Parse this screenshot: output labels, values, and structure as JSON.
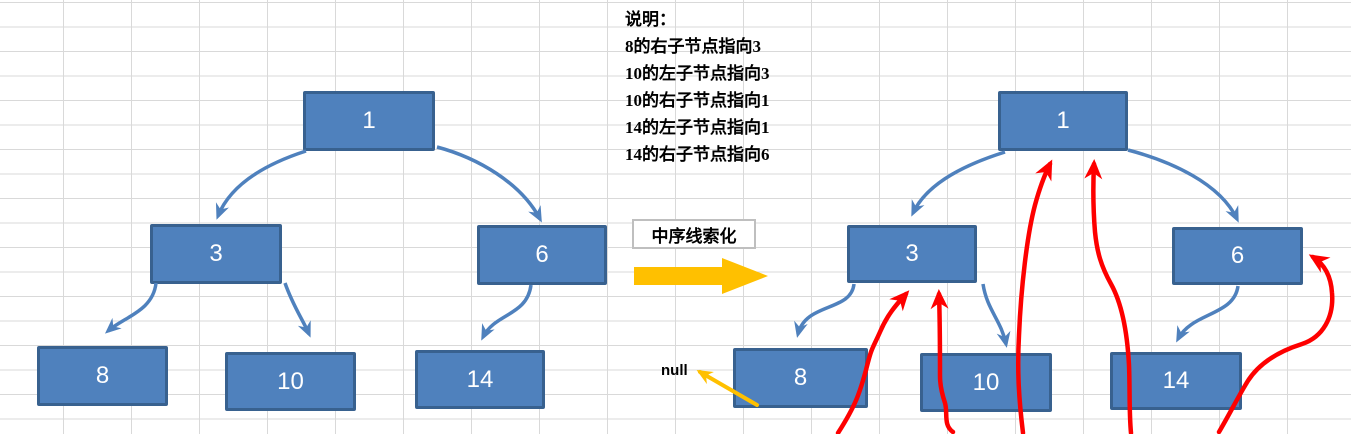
{
  "explanation": {
    "title": "说明：",
    "lines": [
      "8的右子节点指向3",
      "10的左子节点指向3",
      "10的右子节点指向1",
      "14的左子节点指向1",
      "14的右子节点指向6"
    ]
  },
  "transform": {
    "label": "中序线索化"
  },
  "null_label": "null",
  "left_tree": {
    "title": "binary tree before threading",
    "nodes": [
      {
        "label": "1"
      },
      {
        "label": "3"
      },
      {
        "label": "6"
      },
      {
        "label": "8"
      },
      {
        "label": "10"
      },
      {
        "label": "14"
      }
    ],
    "edges": [
      "1-left-3",
      "1-right-6",
      "3-left-8",
      "3-right-10",
      "6-left-14"
    ]
  },
  "right_tree": {
    "title": "binary tree after in-order threading",
    "nodes": [
      {
        "label": "1"
      },
      {
        "label": "3"
      },
      {
        "label": "6"
      },
      {
        "label": "8"
      },
      {
        "label": "10"
      },
      {
        "label": "14"
      }
    ],
    "edges": [
      "1-left-3",
      "1-right-6",
      "3-left-8",
      "3-right-10",
      "6-left-14"
    ],
    "thread_edges": [
      "8.right -> 3",
      "10.left -> 3",
      "10.right -> 1",
      "14.left -> 1",
      "14.right -> 6",
      "8.left -> null"
    ]
  },
  "colors": {
    "node_fill": "#4f81bd",
    "node_border": "#38618f",
    "tree_edge": "#4f81bd",
    "thread_edge": "#fe0000",
    "gold_arrow": "#ffc000",
    "grid_line": "#d9d9d9",
    "node_text": "#ffffff"
  }
}
